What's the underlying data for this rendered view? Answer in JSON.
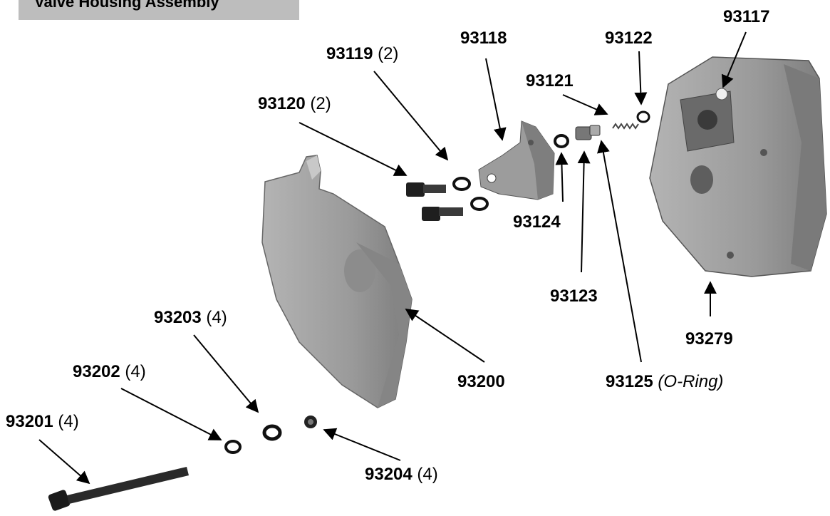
{
  "title": "Valve Housing Assembly",
  "callouts": [
    {
      "id": "93117",
      "part": "93117",
      "qty": ""
    },
    {
      "id": "93122",
      "part": "93122",
      "qty": ""
    },
    {
      "id": "93118",
      "part": "93118",
      "qty": ""
    },
    {
      "id": "93119",
      "part": "93119",
      "qty": "(2)"
    },
    {
      "id": "93121",
      "part": "93121",
      "qty": ""
    },
    {
      "id": "93120",
      "part": "93120",
      "qty": "(2)"
    },
    {
      "id": "93124",
      "part": "93124",
      "qty": ""
    },
    {
      "id": "93123",
      "part": "93123",
      "qty": ""
    },
    {
      "id": "93279",
      "part": "93279",
      "qty": ""
    },
    {
      "id": "93203",
      "part": "93203",
      "qty": "(4)"
    },
    {
      "id": "93202",
      "part": "93202",
      "qty": "(4)"
    },
    {
      "id": "93200",
      "part": "93200",
      "qty": ""
    },
    {
      "id": "93125",
      "part": "93125",
      "qty": "(O-Ring)"
    },
    {
      "id": "93201",
      "part": "93201",
      "qty": "(4)"
    },
    {
      "id": "93204",
      "part": "93204",
      "qty": "(4)"
    }
  ],
  "colors": {
    "part_fill": "#9a9a9a",
    "part_shadow": "#6f6f6f",
    "part_light": "#b8b8b8",
    "title_bg": "#bdbdbd",
    "ink": "#000000"
  }
}
